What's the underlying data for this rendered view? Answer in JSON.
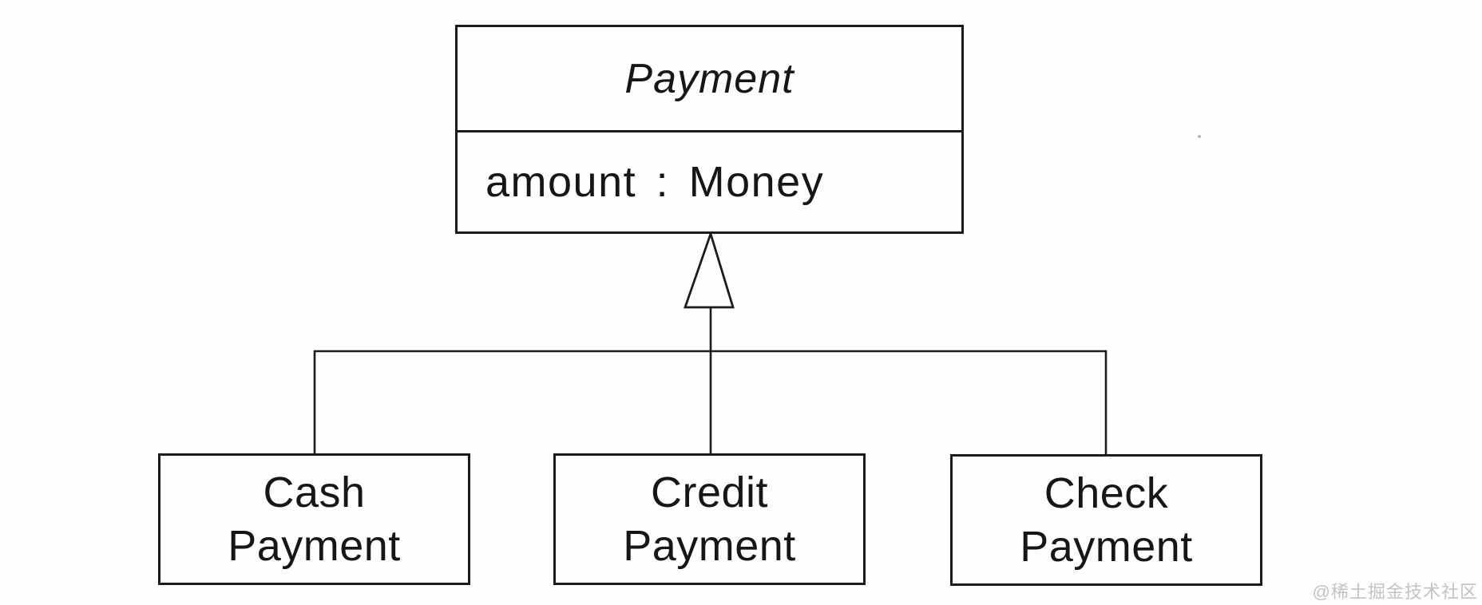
{
  "diagram": {
    "type": "uml-class-diagram",
    "relationship": "generalization",
    "parent_class": {
      "name": "Payment",
      "name_style": "italic-abstract",
      "attributes": [
        "amount : Money"
      ]
    },
    "subclasses": [
      {
        "name": "Cash Payment",
        "line1": "Cash",
        "line2": "Payment"
      },
      {
        "name": "Credit Payment",
        "line1": "Credit",
        "line2": "Payment"
      },
      {
        "name": "Check Payment",
        "line1": "Check",
        "line2": "Payment"
      }
    ],
    "colors": {
      "ink": "#1c1c1c",
      "background": "#fefefe",
      "watermark": "#c3c3c3"
    }
  },
  "watermark": {
    "text": "@稀土掘金技术社区"
  }
}
